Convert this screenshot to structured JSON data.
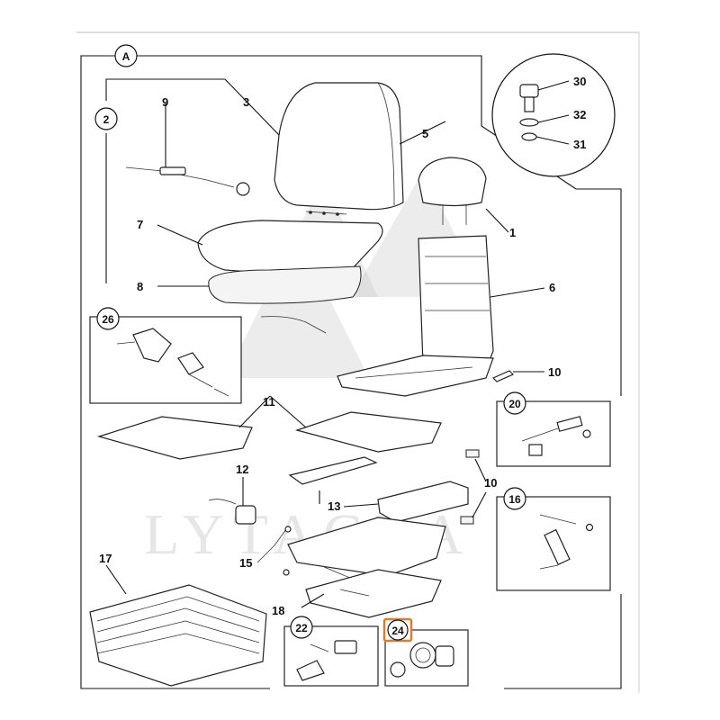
{
  "diagram": {
    "section_label": "A",
    "highlight_color": "#e07b2a",
    "watermark": "LYTAGRA",
    "callouts": {
      "c1": "1",
      "c3": "3",
      "c5": "5",
      "c6": "6",
      "c7": "7",
      "c8": "8",
      "c9": "9",
      "c10a": "10",
      "c10b": "10",
      "c11": "11",
      "c12": "12",
      "c13": "13",
      "c15": "15",
      "c17": "17",
      "c18": "18",
      "c30": "30",
      "c31": "31",
      "c32": "32"
    },
    "circled": {
      "c2": "2",
      "c16": "16",
      "c20": "20",
      "c22": "22",
      "c24": "24",
      "c26": "26"
    }
  }
}
